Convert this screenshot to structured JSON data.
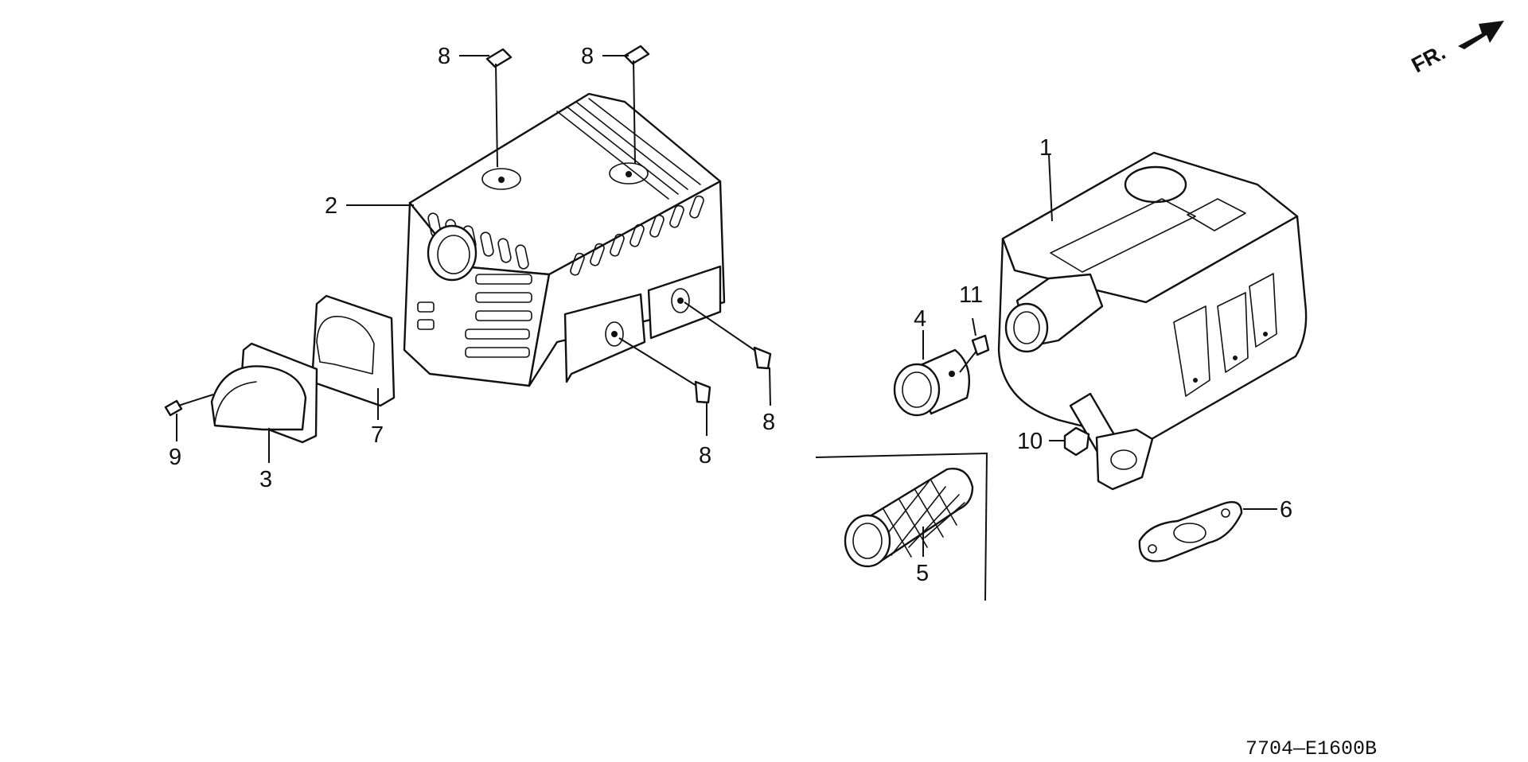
{
  "orientation_label": "FR.",
  "diagram_code": "7704—E1600B",
  "callouts": {
    "muffler": "1",
    "muffler_protector": "2",
    "exhaust_deflector": "3",
    "tail_pipe": "4",
    "spark_arrester": "5",
    "muffler_gasket": "6",
    "deflector_gasket": "7",
    "bolt": "8",
    "screw": "9",
    "nut": "10",
    "tail_pipe_screw": "11"
  },
  "icons": [
    "front-direction-arrow-icon"
  ]
}
